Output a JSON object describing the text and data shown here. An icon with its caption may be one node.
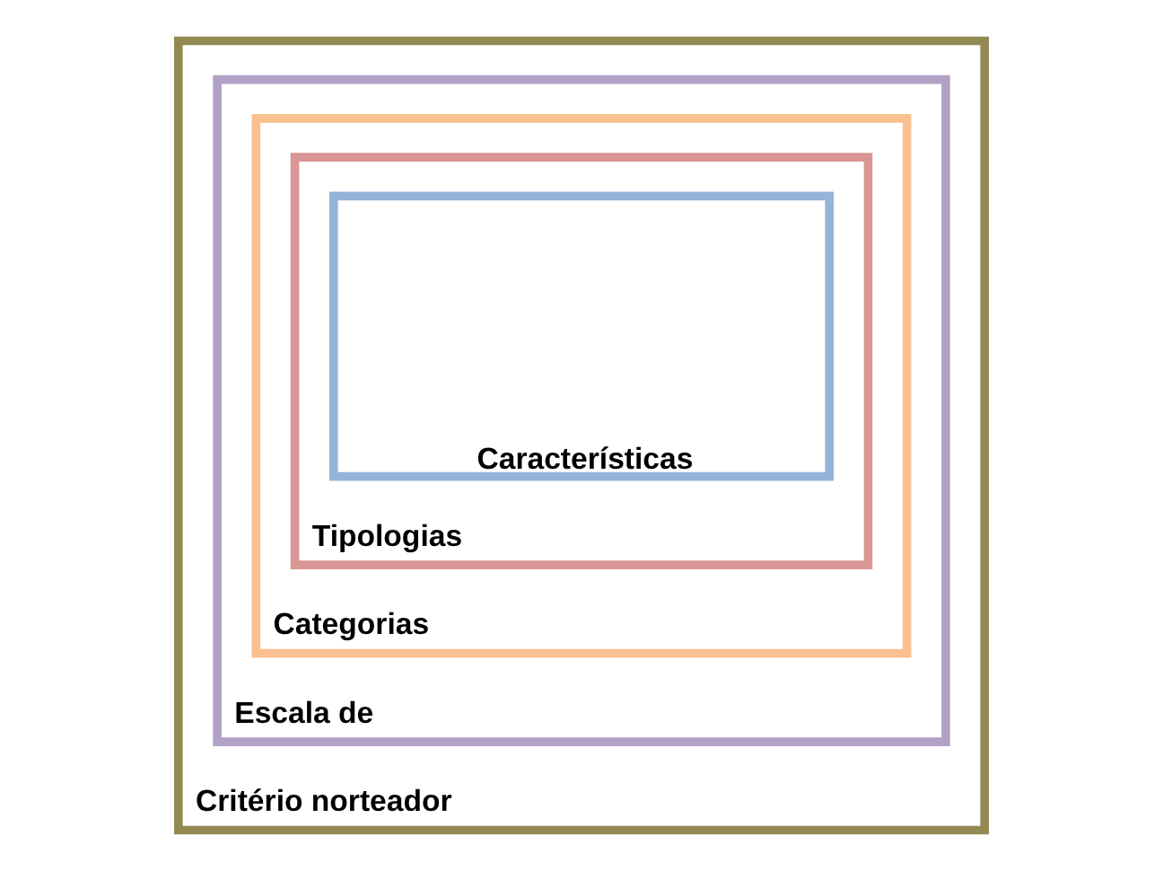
{
  "diagram": {
    "nodes": [
      {
        "text": [
          "Critério norteador"
        ]
      },
      {
        "text": [
          "Escala de"
        ],
        "in": 0
      },
      {
        "text": [
          "Categorias"
        ],
        "in": 1
      },
      {
        "text": [
          "Tipologias"
        ],
        "in": 2
      },
      {
        "text": [
          "Características"
        ],
        "in": 3
      }
    ],
    "edges": []
  }
}
